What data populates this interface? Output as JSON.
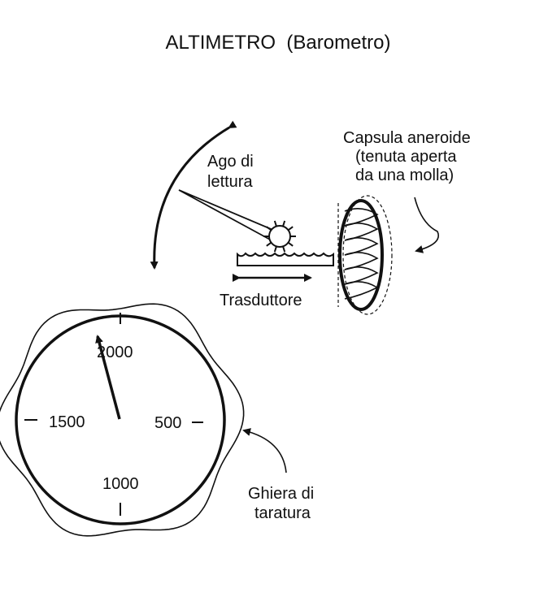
{
  "title": "ALTIMETRO  (Barometro)",
  "labels": {
    "needle_line1": "Ago di",
    "needle_line2": "lettura",
    "capsule_line1": "Capsula aneroide",
    "capsule_line2": "(tenuta aperta",
    "capsule_line3": "da una molla)",
    "transducer": "Trasduttore",
    "ring_line1": "Ghiera di",
    "ring_line2": "taratura"
  },
  "dial": {
    "top": "2000",
    "left": "1500",
    "right": "500",
    "bottom": "1000"
  },
  "colors": {
    "ink": "#111111",
    "background": "#ffffff"
  }
}
